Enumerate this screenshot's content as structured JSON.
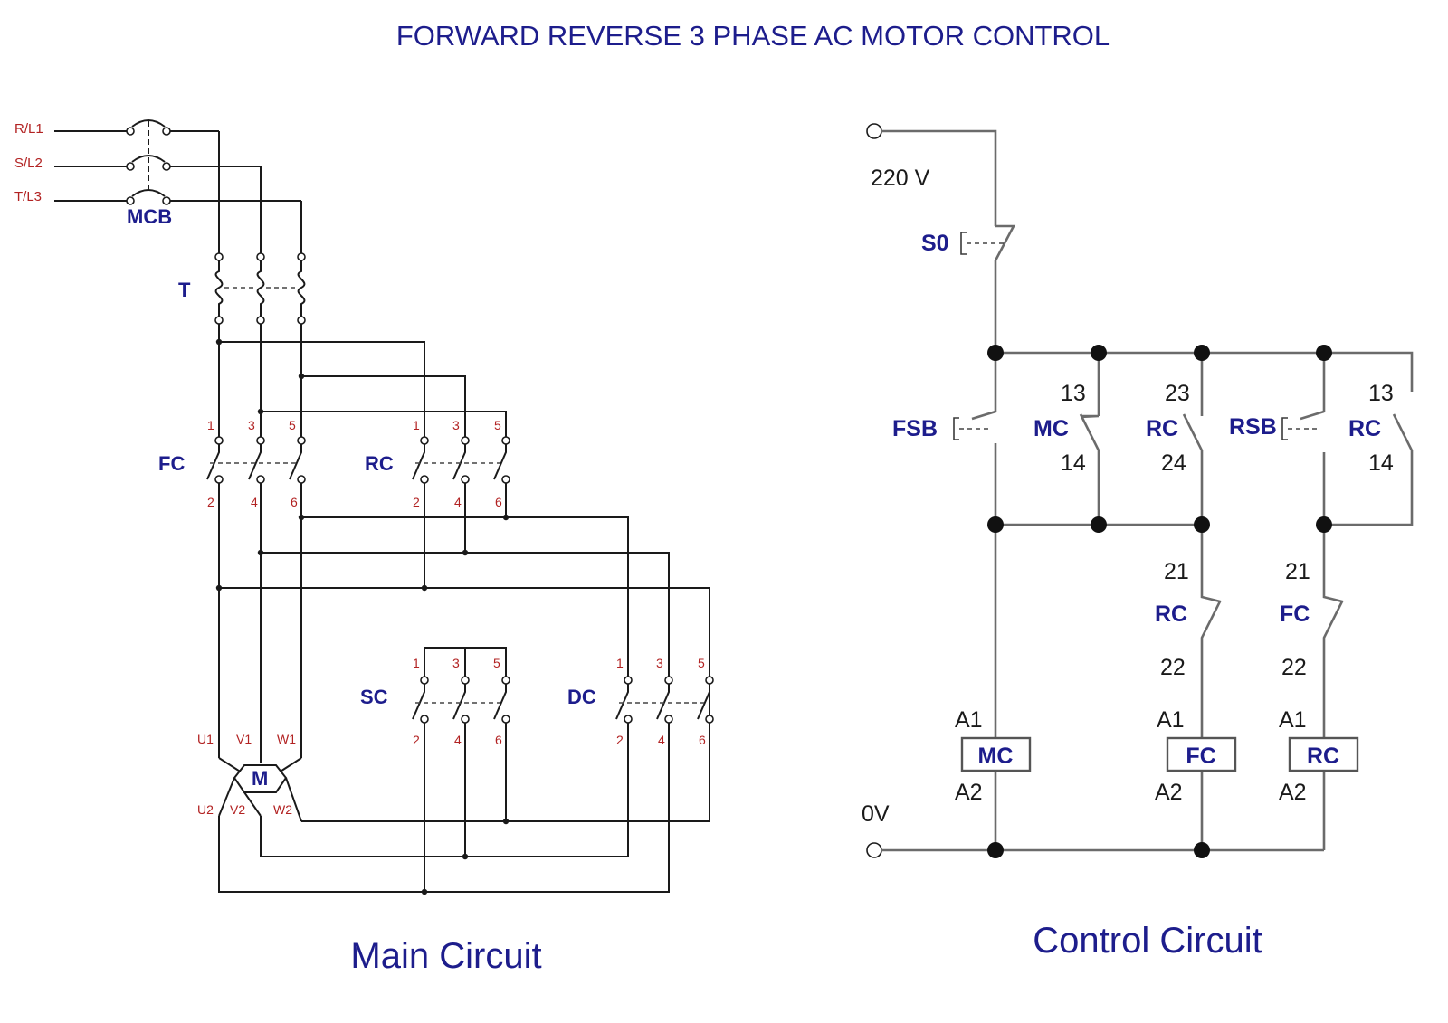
{
  "title": "FORWARD REVERSE 3 PHASE AC MOTOR CONTROL",
  "main_circuit": {
    "caption": "Main Circuit",
    "lines": [
      "R/L1",
      "S/L2",
      "T/L3"
    ],
    "breaker_label": "MCB",
    "overload_label": "T",
    "contactors": {
      "fc": "FC",
      "rc": "RC",
      "sc": "SC",
      "dc": "DC"
    },
    "top_terminals": [
      "1",
      "3",
      "5"
    ],
    "bottom_terminals": [
      "2",
      "4",
      "6"
    ],
    "motor": {
      "label": "M",
      "top_terminals": [
        "U1",
        "V1",
        "W1"
      ],
      "bottom_terminals": [
        "U2",
        "V2",
        "W2"
      ]
    }
  },
  "control_circuit": {
    "caption": "Control Circuit",
    "supply_voltage": "220 V",
    "zero_volt": "0V",
    "stop_button": "S0",
    "forward_button": "FSB",
    "reverse_button": "RSB",
    "contacts": {
      "mc_label": "MC",
      "mc_top": "13",
      "mc_bottom": "14",
      "rc_label": "RC",
      "rc_top": "23",
      "rc_bottom": "24",
      "rc2_label": "RC",
      "rc2_top": "13",
      "rc2_bottom": "14",
      "rc_nc_label": "RC",
      "rc_nc_top": "21",
      "rc_nc_bottom": "22",
      "fc_nc_label": "FC",
      "fc_nc_top": "21",
      "fc_nc_bottom": "22"
    },
    "coils": [
      {
        "label": "MC",
        "a1": "A1",
        "a2": "A2"
      },
      {
        "label": "FC",
        "a1": "A1",
        "a2": "A2"
      },
      {
        "label": "RC",
        "a1": "A1",
        "a2": "A2"
      }
    ]
  }
}
